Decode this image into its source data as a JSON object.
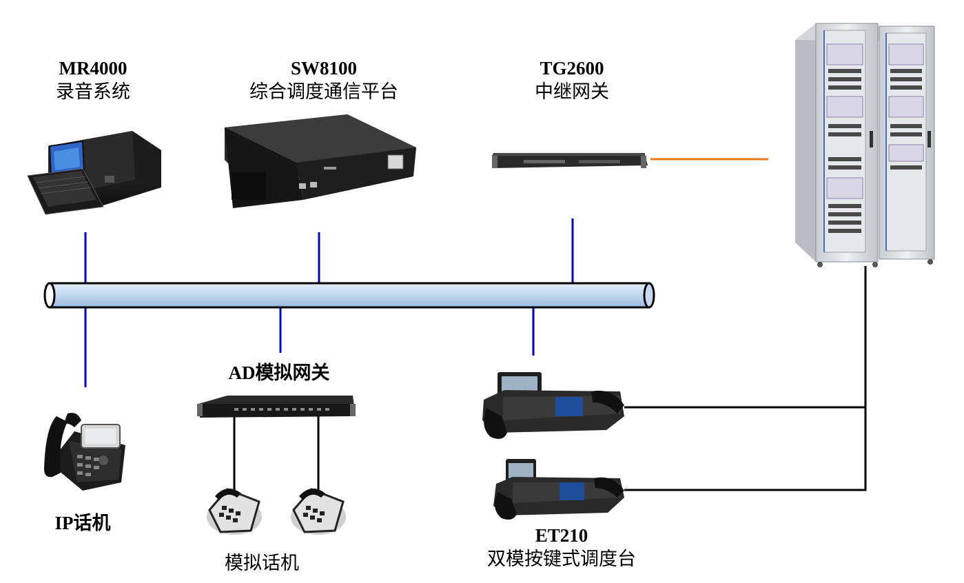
{
  "devices": {
    "mr4000": {
      "model": "MR4000",
      "name": "录音系统",
      "icon": "recording-server-icon"
    },
    "sw8100": {
      "model": "SW8100",
      "name": "综合调度通信平台",
      "icon": "dispatch-platform-icon"
    },
    "tg2600": {
      "model": "TG2600",
      "name": "中继网关",
      "icon": "trunk-gateway-icon"
    },
    "cabinet": {
      "icon": "server-cabinet-icon"
    },
    "ad_gateway": {
      "label": "AD模拟网关",
      "icon": "analog-gateway-icon"
    },
    "ip_phone": {
      "label": "IP话机",
      "icon": "ip-phone-icon"
    },
    "analog_phones": {
      "label": "模拟话机",
      "icon": "analog-phone-icon"
    },
    "et210": {
      "model": "ET210",
      "name": "双模按键式调度台",
      "icon": "dispatch-console-icon"
    }
  },
  "colors": {
    "network_bus_fill": "#c5d9f1",
    "network_bus_stroke": "#000000",
    "ip_link": "#0000cc",
    "trunk_link": "#f07a1a",
    "analog_link": "#000000"
  }
}
